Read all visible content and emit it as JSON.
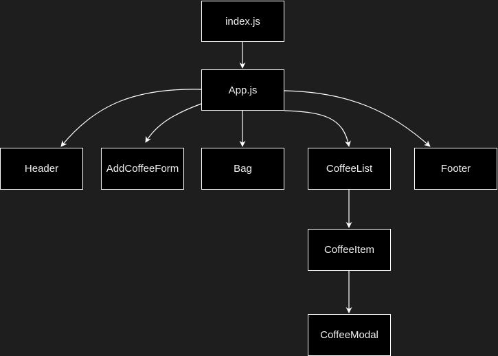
{
  "diagram": {
    "background": "#1e1e1e",
    "node_fill": "#000000",
    "stroke_color": "#ffffff",
    "nodes": {
      "index": "index.js",
      "app": "App.js",
      "header": "Header",
      "add_coffee_form": "AddCoffeeForm",
      "bag": "Bag",
      "coffee_list": "CoffeeList",
      "footer": "Footer",
      "coffee_item": "CoffeeItem",
      "coffee_modal": "CoffeeModal"
    },
    "edges": [
      {
        "from": "index.js",
        "to": "App.js"
      },
      {
        "from": "App.js",
        "to": "Header"
      },
      {
        "from": "App.js",
        "to": "AddCoffeeForm"
      },
      {
        "from": "App.js",
        "to": "Bag"
      },
      {
        "from": "App.js",
        "to": "CoffeeList"
      },
      {
        "from": "App.js",
        "to": "Footer"
      },
      {
        "from": "CoffeeList",
        "to": "CoffeeItem"
      },
      {
        "from": "CoffeeItem",
        "to": "CoffeeModal"
      }
    ]
  }
}
